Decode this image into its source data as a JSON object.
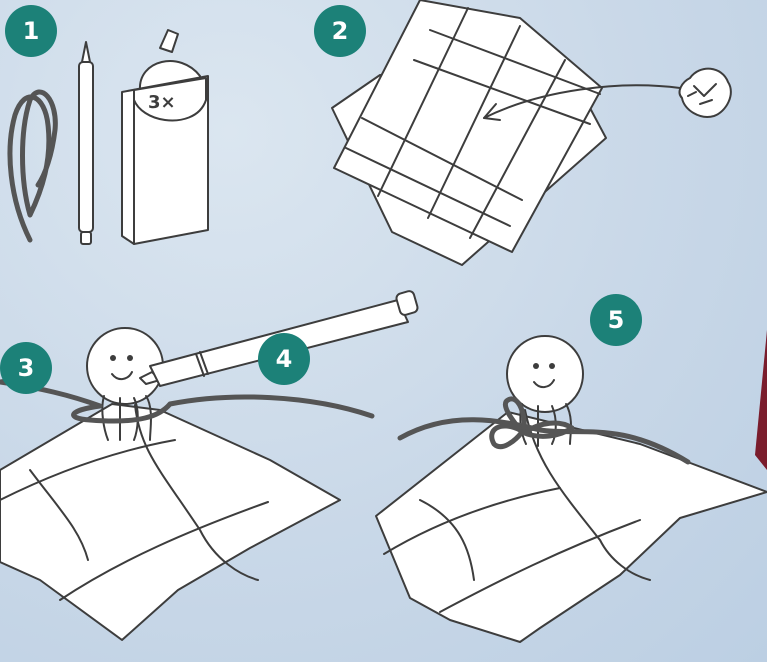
{
  "steps": [
    {
      "number": "1"
    },
    {
      "number": "2"
    },
    {
      "number": "3"
    },
    {
      "number": "4"
    },
    {
      "number": "5"
    }
  ],
  "materials": {
    "tissue_pack_count": "3×"
  },
  "colors": {
    "badge": "#1c8178",
    "background": "#c9d8e8",
    "cord": "#555555",
    "outline": "#3d3d3d",
    "maroon_edge": "#7a1c2c"
  }
}
